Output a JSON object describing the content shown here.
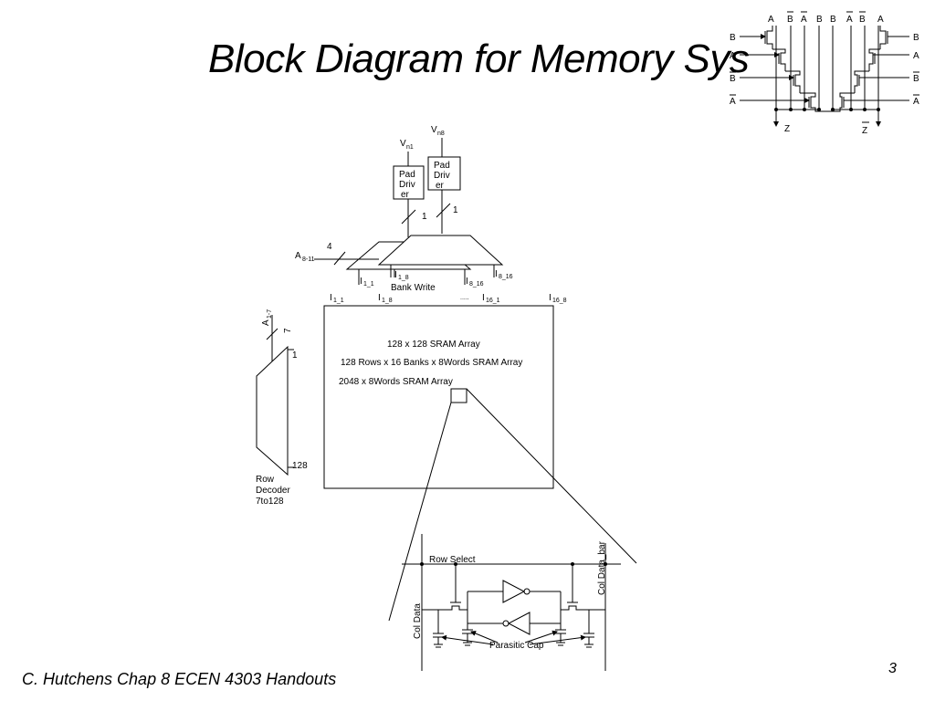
{
  "title": "Block Diagram for Memory Sys",
  "footer": "C. Hutchens Chap 8 ECEN 4303 Handouts",
  "page_number": "3",
  "mux_circuit": {
    "top_labels": [
      "A",
      "B",
      "A",
      "B",
      "B",
      "A",
      "B",
      "A"
    ],
    "left_inputs": [
      "B",
      "A",
      "B",
      "A"
    ],
    "right_inputs": [
      "B",
      "A",
      "B",
      "A"
    ],
    "output_left": "Z",
    "output_right": "Z"
  },
  "pad_driver": {
    "label_line1": "Pad",
    "label_line2": "Driv",
    "label_line3": "er",
    "supply_left": "V",
    "supply_left_sub": "n1",
    "supply_right": "V",
    "supply_right_sub": "n8",
    "bus_width": "1"
  },
  "bank_write": {
    "label": "Bank Write",
    "addr": "A",
    "addr_sub": "8-11",
    "addr_width": "4",
    "l1": "I",
    "l1_sub": "1_1",
    "l2": "I",
    "l2_sub": "1_8",
    "l3": "I",
    "l3_sub": "8_16",
    "l4": "I",
    "l4_sub": "8_16"
  },
  "array_top_labels": {
    "c1": "I",
    "c1_sub": "1_1",
    "c2": "I",
    "c2_sub": "1_8",
    "dots": ".....",
    "c3": "I",
    "c3_sub": "16_1",
    "c4": "I",
    "c4_sub": "16_8"
  },
  "sram_array": {
    "line1": "128 x 128 SRAM Array",
    "line2": "128 Rows x 16 Banks x 8Words SRAM Array",
    "line3": "2048 x 8Words SRAM Array"
  },
  "row_decoder": {
    "addr": "A",
    "addr_sub": "1-7",
    "addr_width": "7",
    "first": "1",
    "last": "128",
    "label1": "Row",
    "label2": "Decoder",
    "label3": "7to128"
  },
  "cell": {
    "row_select": "Row Select",
    "col_data": "Col Data",
    "col_data_bar": "Col Data_bar",
    "parasitic": "Parasitic Cap"
  }
}
